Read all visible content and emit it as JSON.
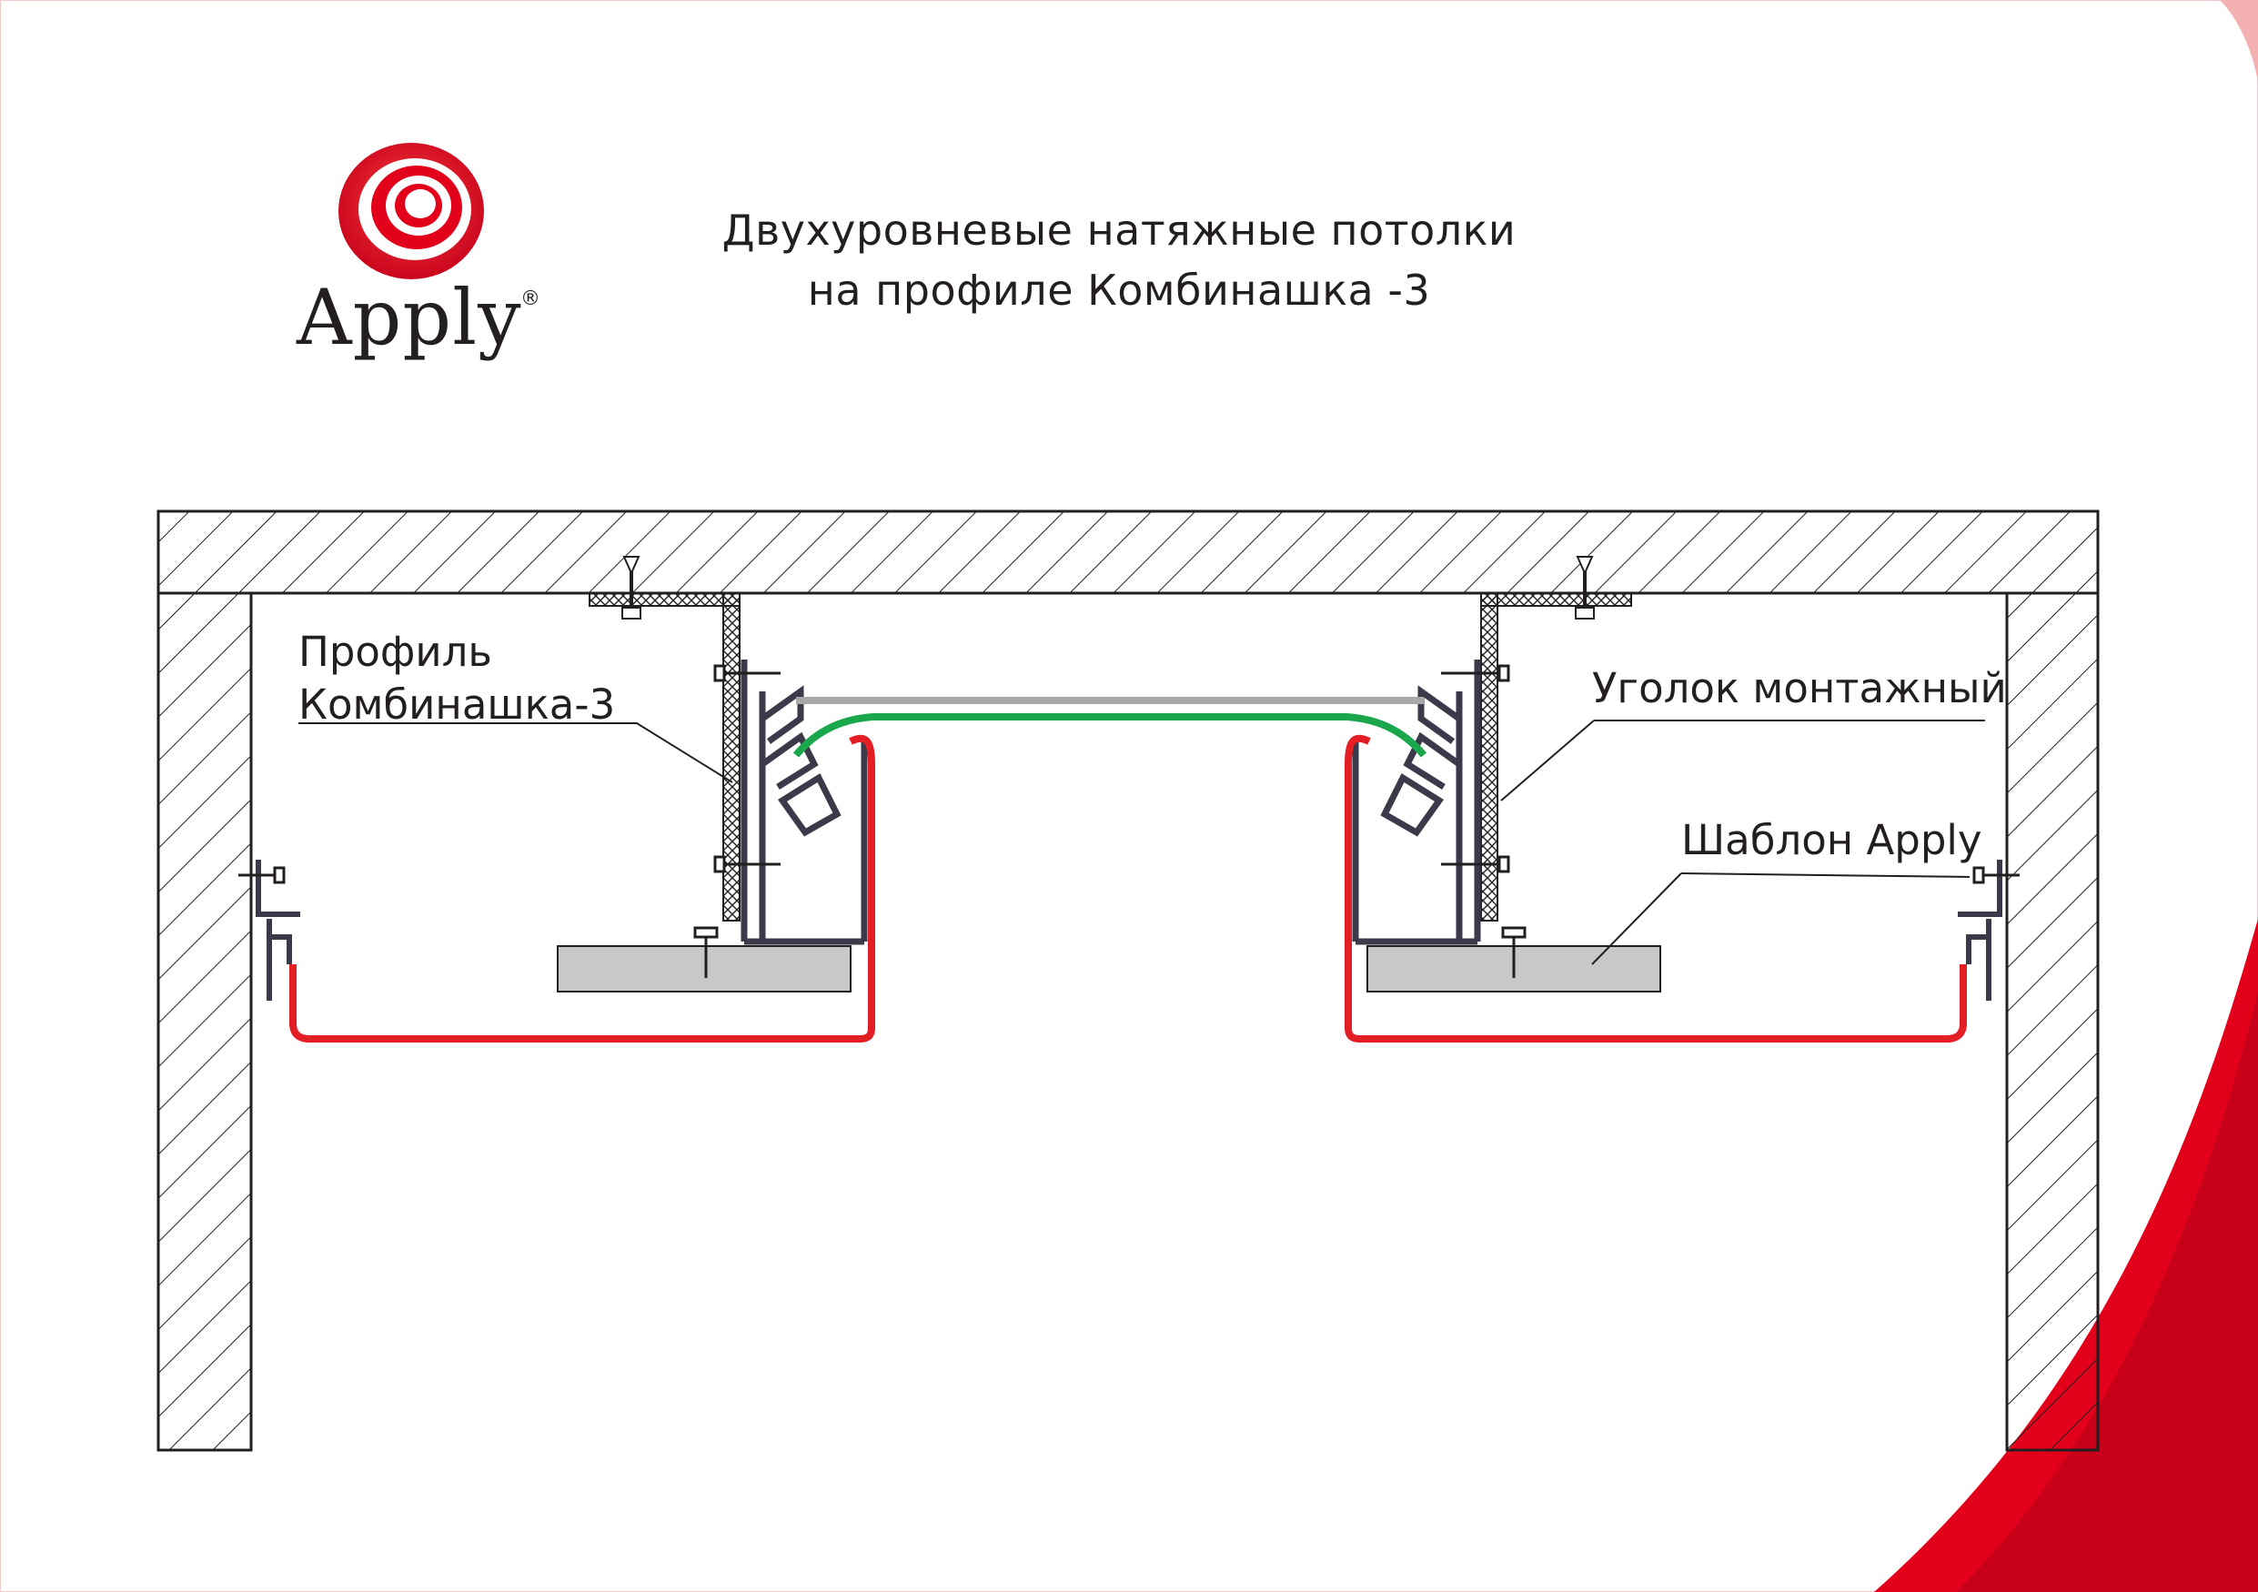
{
  "brand": {
    "name": "Apply",
    "registered_mark": "®",
    "logo_icon": "apply-swirl-logo-icon",
    "logo_color": "#e3001b"
  },
  "title": {
    "line1": "Двухуровневые натяжные  потолки",
    "line2": "на профиле Комбинашка -3"
  },
  "callouts": {
    "profile_line1": "Профиль",
    "profile_line2": "Комбинашка-3",
    "angle": "Уголок монтажный",
    "template": "Шаблон Apply"
  },
  "colors": {
    "outline": "#231f20",
    "hatch": "#231f20",
    "profile_metal": "#3a3a4a",
    "lower_film": "#e31e24",
    "upper_film": "#1aa64b",
    "upper_film_shadow": "#a8a8a8",
    "template_fill": "#c8c8c8",
    "accent_swoosh": "#e3001b"
  }
}
